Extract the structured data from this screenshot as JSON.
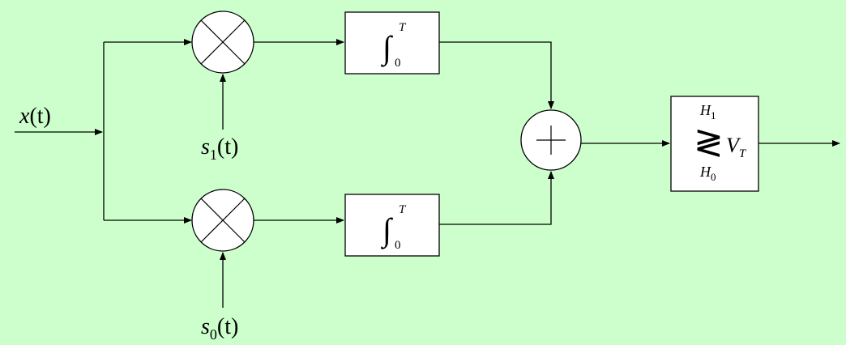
{
  "background": "#ccffcc",
  "line_color": "#000000",
  "box_fill": "#ffffff",
  "signals": {
    "input": {
      "name": "x",
      "arg": "(t)"
    },
    "ref_upper": {
      "name": "s",
      "sub": "1",
      "arg": "(t)"
    },
    "ref_lower": {
      "name": "s",
      "sub": "0",
      "arg": "(t)"
    }
  },
  "integrators": {
    "upper": {
      "symbol": "∫",
      "upper_limit": "T",
      "lower_limit": "0"
    },
    "lower": {
      "symbol": "∫",
      "upper_limit": "T",
      "lower_limit": "0"
    }
  },
  "decision": {
    "comparator_symbol": "≷",
    "hyp_upper": {
      "name": "H",
      "sub": "1"
    },
    "hyp_lower": {
      "name": "H",
      "sub": "0"
    },
    "threshold": {
      "name": "V",
      "sub": "T"
    }
  },
  "icons": {
    "multiplier": "multiplier-icon",
    "summer": "summer-icon",
    "arrow": "arrow-icon"
  }
}
